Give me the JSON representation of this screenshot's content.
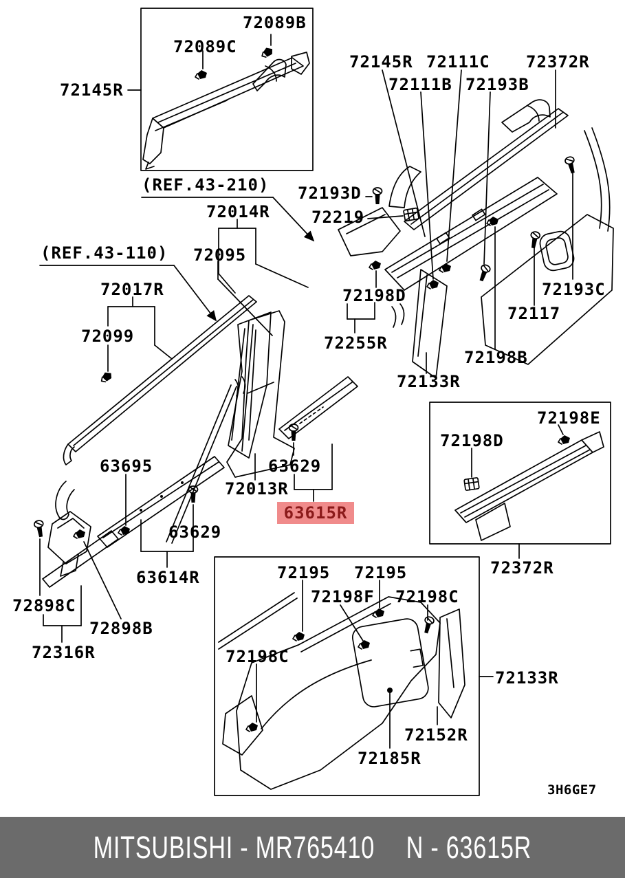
{
  "diagram_code": "3H6GE7",
  "labels": {
    "l72089b": "72089B",
    "l72089c": "72089C",
    "l72145r_box": "72145R",
    "ref_43_210": "(REF.43-210)",
    "l72145r_top": "72145R",
    "l72111c": "72111C",
    "l72372r_top": "72372R",
    "l72111b": "72111B",
    "l72193b": "72193B",
    "l72193d": "72193D",
    "l72219": "72219",
    "ref_43_110": "(REF.43-110)",
    "l72014r": "72014R",
    "l72095": "72095",
    "l72017r": "72017R",
    "l72099": "72099",
    "l72198d_mid": "72198D",
    "l72255r": "72255R",
    "l72133r_mid": "72133R",
    "l72198b": "72198B",
    "l72117": "72117",
    "l72193c": "72193C",
    "l63695": "63695",
    "l63629_a": "63629",
    "l72013r": "72013R",
    "l63629_b": "63629",
    "l63614r": "63614R",
    "l72898c": "72898C",
    "l72898b": "72898B",
    "l72316r": "72316R",
    "l72198d_box": "72198D",
    "l72198e": "72198E",
    "l72372r_box": "72372R",
    "l72195_a": "72195",
    "l72195_b": "72195",
    "l72198f": "72198F",
    "l72198c_a": "72198C",
    "l72198c_b": "72198C",
    "l72133r_bot": "72133R",
    "l72152r": "72152R",
    "l72185r": "72185R"
  },
  "highlight": {
    "label": "63615R",
    "bg": "#f08b8b",
    "text_color": "#8b1a1a"
  },
  "footer": {
    "text_left": "MITSUBISHI - MR765410",
    "text_right": "N - 63615R",
    "bg": "#6b6b6b",
    "text_color": "#ffffff"
  },
  "colors": {
    "line": "#000000",
    "background": "#ffffff"
  }
}
